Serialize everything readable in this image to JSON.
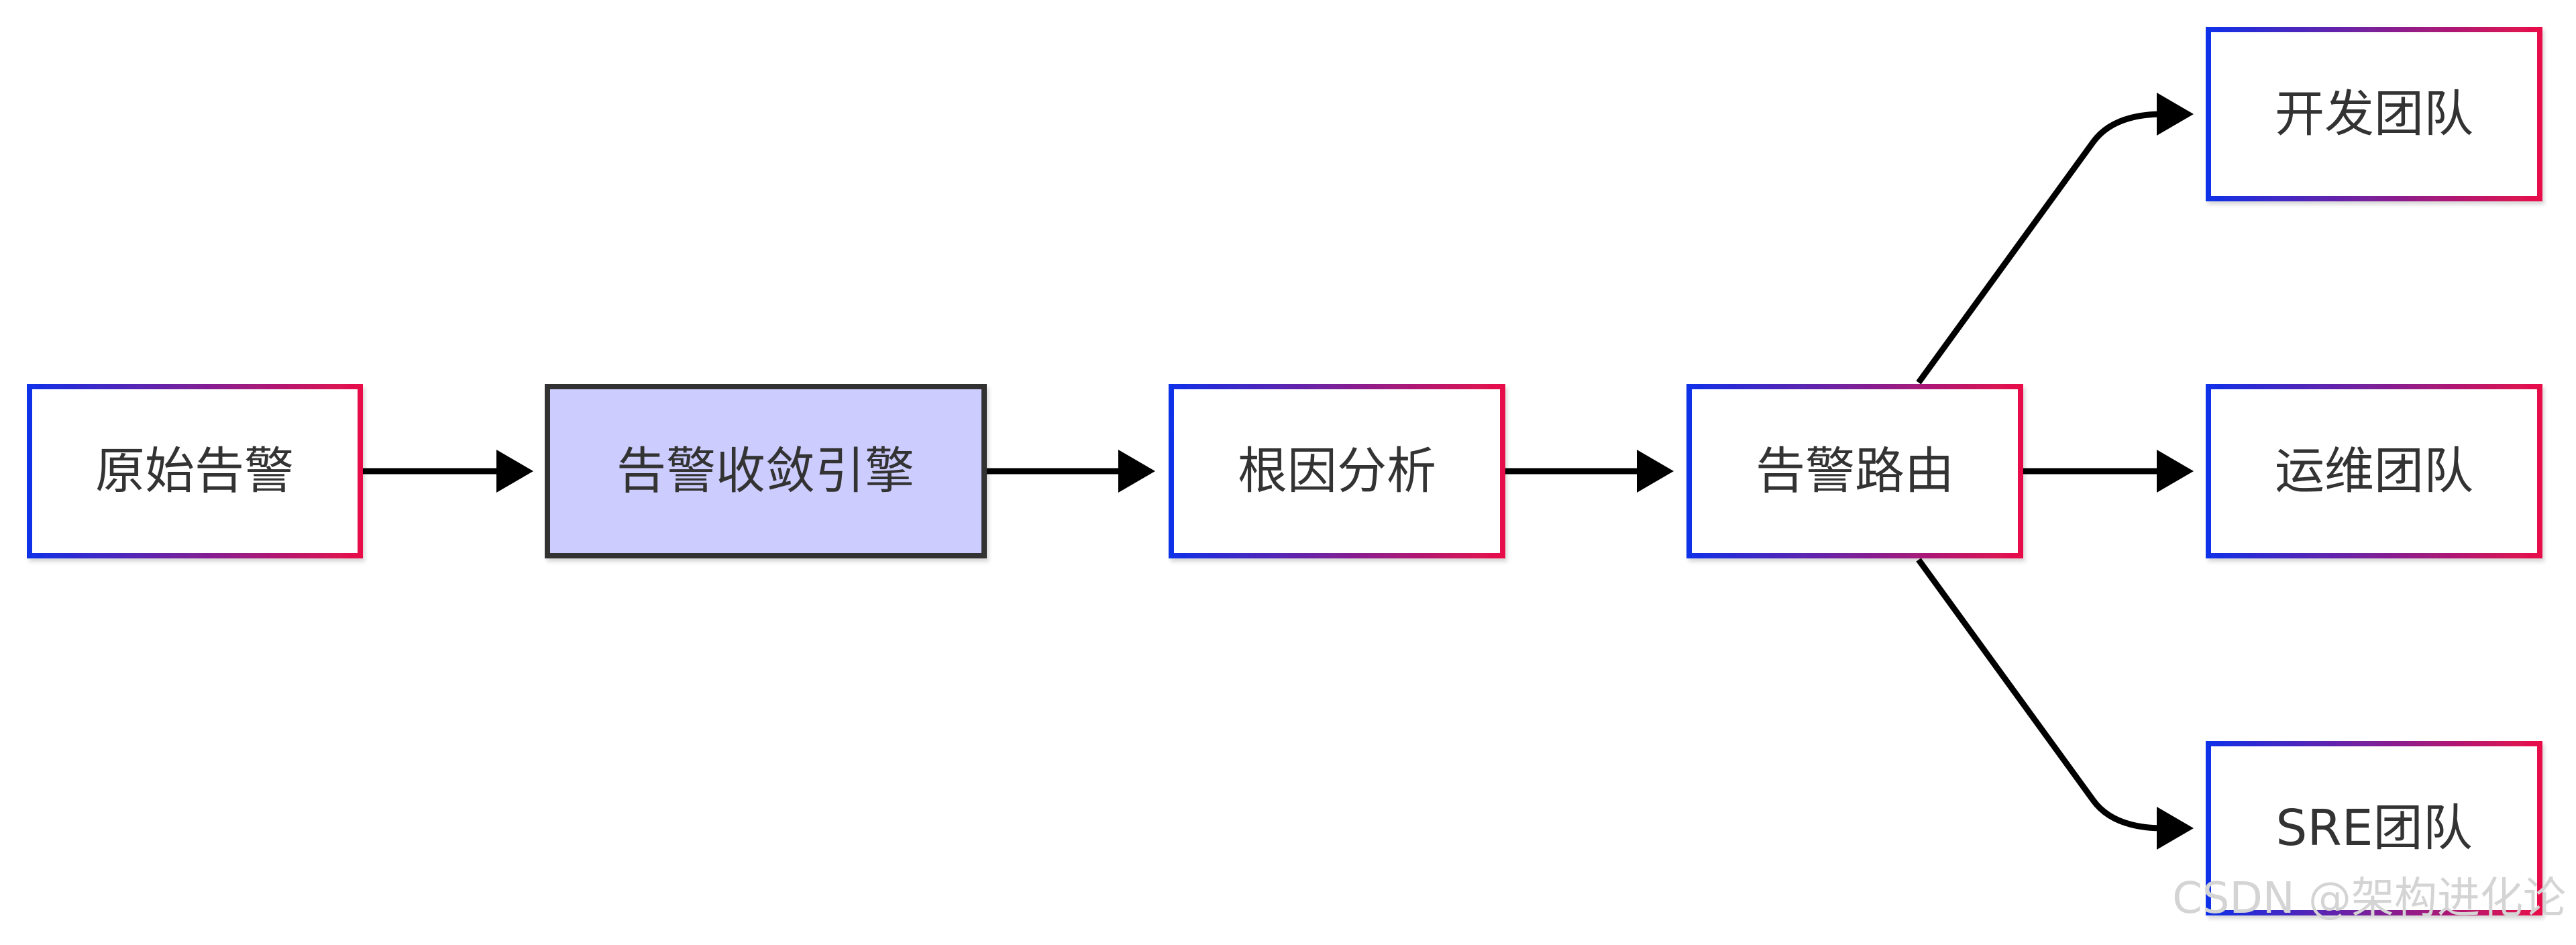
{
  "nodes": {
    "raw_alert": "原始告警",
    "convergence_engine": "告警收敛引擎",
    "root_cause": "根因分析",
    "alert_routing": "告警路由",
    "dev_team": "开发团队",
    "ops_team": "运维团队",
    "sre_team": "SRE团队"
  },
  "edges": [
    {
      "from": "raw_alert",
      "to": "convergence_engine"
    },
    {
      "from": "convergence_engine",
      "to": "root_cause"
    },
    {
      "from": "root_cause",
      "to": "alert_routing"
    },
    {
      "from": "alert_routing",
      "to": "dev_team"
    },
    {
      "from": "alert_routing",
      "to": "ops_team"
    },
    {
      "from": "alert_routing",
      "to": "sre_team"
    }
  ],
  "colors": {
    "gradient_start": "#1030e8",
    "gradient_end": "#e8104a",
    "highlight_fill": "#ccccff",
    "highlight_stroke": "#333333",
    "edge": "#000000"
  },
  "watermark": "CSDN @架构进化论"
}
